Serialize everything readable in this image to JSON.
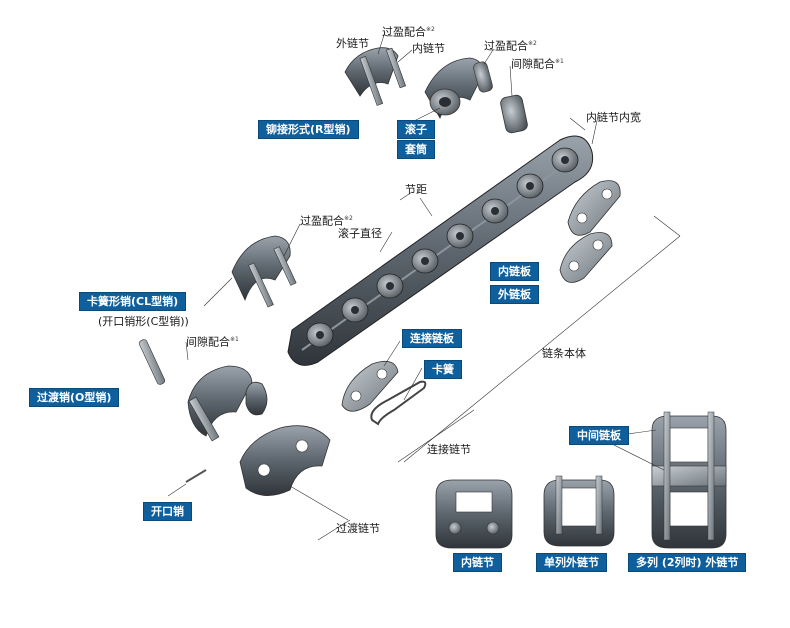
{
  "labels": {
    "outer_link": "外链节",
    "interference_fit_1": "过盈配合",
    "interference_fit_1_note": "※2",
    "inner_link_top": "内链节",
    "interference_fit_2": "过盈配合",
    "interference_fit_2_note": "※2",
    "clearance_fit_1": "间隙配合",
    "clearance_fit_1_note": "※1",
    "inner_width": "内链节内宽",
    "pitch": "节距",
    "interference_fit_3": "过盈配合",
    "interference_fit_3_note": "※2",
    "roller_diameter": "滚子直径",
    "open_pin_note": "(开口销形(C型销))",
    "clearance_fit_2": "间隙配合",
    "clearance_fit_2_note": "※1",
    "chain_body": "链条本体",
    "connecting_link": "连接链节",
    "offset_link": "过渡链节"
  },
  "boxes": {
    "riveted": "铆接形式(R型销)",
    "roller": "滚子",
    "bushing": "套筒",
    "inner_plate": "内链板",
    "outer_plate": "外链板",
    "spring_clip_type": "卡簧形销(CL型销)",
    "offset_pin": "过渡销(O型销)",
    "connecting_plate": "连接链板",
    "spring_clip": "卡簧",
    "cotter_pin": "开口销",
    "middle_plate": "中间链板",
    "inner_link": "内链节",
    "single_outer_link": "单列外链节",
    "multi_outer_link": "多列 (2列时) 外链节"
  }
}
